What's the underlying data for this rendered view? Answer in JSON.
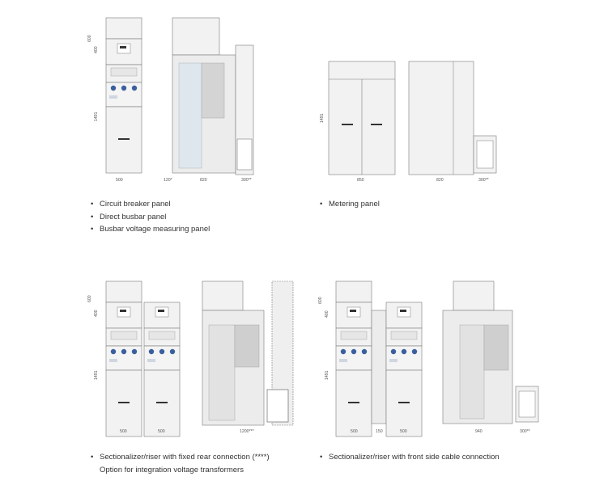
{
  "colors": {
    "line": "#7a7a7a",
    "panel": "#f2f2f2",
    "panel_dark": "#dedede",
    "inner_blue": "#dfe7ee",
    "shade": "#c8c8c8",
    "button_blue": "#3b5f9e",
    "dim": "#888888"
  },
  "groups": [
    {
      "captions": [
        "Circuit breaker panel",
        "Direct busbar panel",
        "Busbar voltage measuring panel"
      ],
      "dims": {
        "d1": "500",
        "d2": "120*",
        "d3": "820",
        "d4": "300**",
        "h1": "600",
        "h2": "400",
        "h3": "1491"
      }
    },
    {
      "captions": [
        "Metering panel"
      ],
      "dims": {
        "d1": "850",
        "d3": "820",
        "d4": "300**",
        "h3": "1491"
      }
    },
    {
      "captions": [
        "Sectionalizer/riser with fixed rear connection (****)"
      ],
      "subcaption": "Option for integration voltage transformers",
      "dims": {
        "d1": "500",
        "d2": "500",
        "d3": "1200***",
        "h1": "600",
        "h2": "400",
        "h3": "1491"
      }
    },
    {
      "captions": [
        "Sectionalizer/riser with front side cable connection"
      ],
      "dims": {
        "d1": "500",
        "d2": "150",
        "d3": "500",
        "d4": "940",
        "d5": "300**",
        "h1": "600",
        "h2": "400",
        "h3": "1491"
      }
    }
  ]
}
